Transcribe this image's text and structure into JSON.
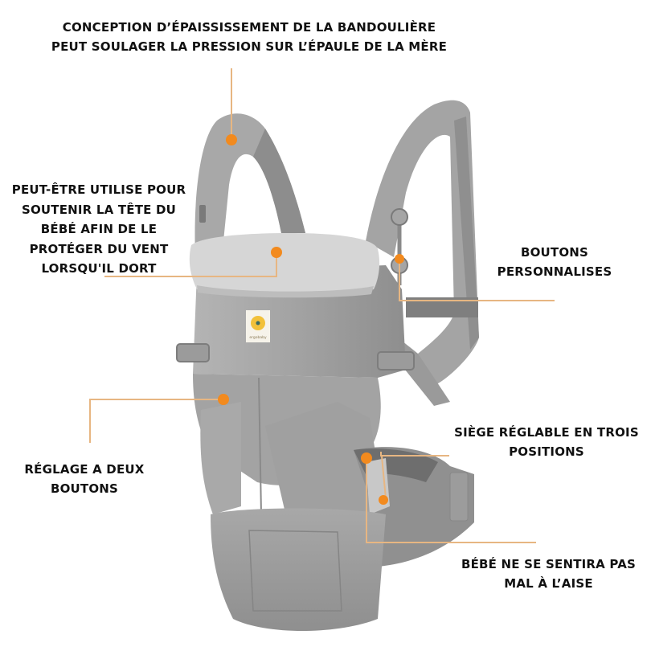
{
  "accent_color": "#f28a1e",
  "line_color": "#e7b682",
  "product": {
    "name": "baby-carrier",
    "brand_label": "ergobaby",
    "color": "#9d9d9d"
  },
  "annotations": [
    {
      "id": "shoulder-strap",
      "lines": [
        "Conception d’épaississement de la bandoulière",
        "peut soulager la pression sur l’épaule de la mère"
      ]
    },
    {
      "id": "head-support",
      "lines": [
        "Peut-être utilise pour",
        "soutenir la tête du",
        "bébé afin de le",
        "protéger du vent",
        "lorsqu'il dort"
      ]
    },
    {
      "id": "custom-buttons",
      "lines": [
        "Boutons",
        "personnalises"
      ]
    },
    {
      "id": "two-button-adjust",
      "lines": [
        "Réglage a deux",
        "boutons"
      ]
    },
    {
      "id": "seat-adjust",
      "lines": [
        "Siège réglable en trois",
        "positions"
      ]
    },
    {
      "id": "baby-comfort",
      "lines": [
        "Bébé ne se sentira pas",
        "mal à l’aise"
      ]
    }
  ]
}
